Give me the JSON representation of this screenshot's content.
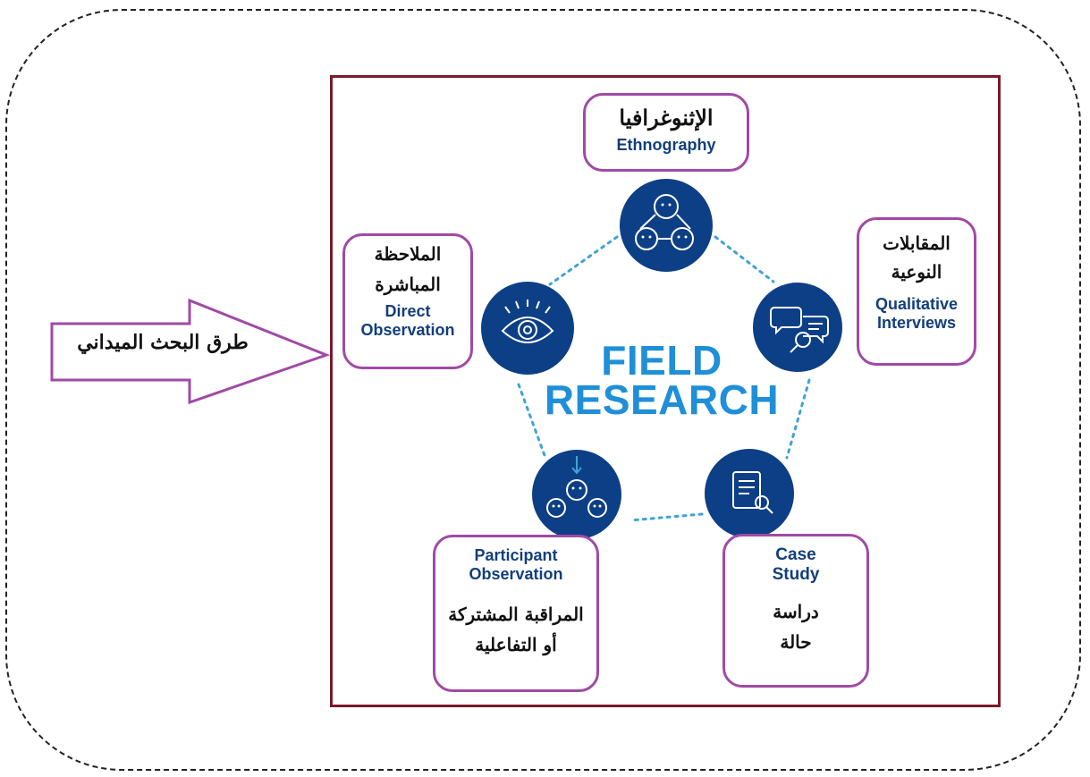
{
  "diagram": {
    "center_title": [
      "FIELD",
      "RESEARCH"
    ],
    "arrow_label": "طرق البحث الميداني",
    "methods": [
      {
        "id": "ethnography",
        "arabic": [
          "الإثنوغرافيا"
        ],
        "english": [
          "Ethnography"
        ],
        "icon": "three-people-network-icon"
      },
      {
        "id": "qualitative-interviews",
        "arabic": [
          "المقابلات",
          "النوعية"
        ],
        "english": [
          "Qualitative",
          "Interviews"
        ],
        "icon": "speech-bubbles-search-icon"
      },
      {
        "id": "case-study",
        "arabic": [
          "دراسة",
          "حالة"
        ],
        "english": [
          "Case",
          "Study"
        ],
        "icon": "document-search-icon"
      },
      {
        "id": "participant-observation",
        "arabic": [
          "المراقبة المشتركة",
          "أو التفاعلية"
        ],
        "english": [
          "Participant",
          "Observation"
        ],
        "icon": "group-arrow-icon"
      },
      {
        "id": "direct-observation",
        "arabic": [
          "الملاحظة",
          "المباشرة"
        ],
        "english": [
          "Direct",
          "Observation"
        ],
        "icon": "eye-icon"
      }
    ],
    "colors": {
      "circle": "#0d3f86",
      "title": "#1f8fd8",
      "label_border": "#a04aa6",
      "frame_border": "#7a1a2a",
      "dots": "#3fa3d6"
    }
  }
}
